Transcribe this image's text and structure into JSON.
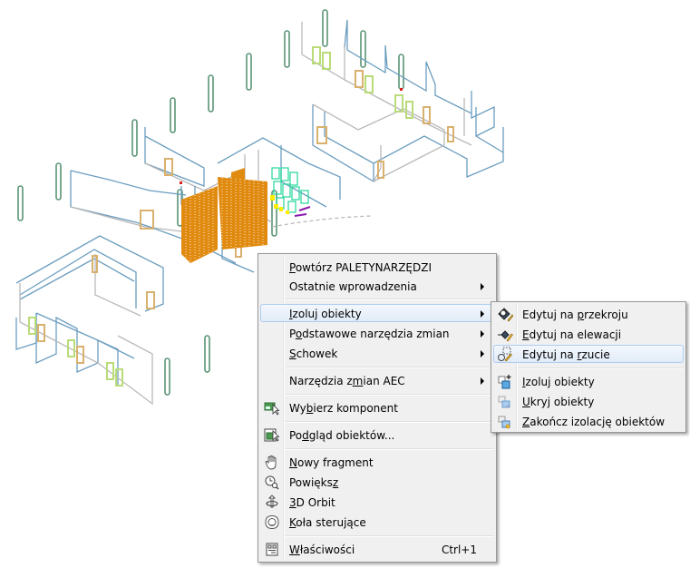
{
  "context_menu": {
    "items": [
      {
        "label_pre": "",
        "accel": "P",
        "label_post": "owtórz PALETYNARZĘDZI",
        "icon": "",
        "submenu": false
      },
      {
        "label_pre": "Ostatnie wprowadzenia",
        "accel": "",
        "label_post": "",
        "icon": "",
        "submenu": true
      },
      {
        "label_pre": "",
        "accel": "I",
        "label_post": "zoluj obiekty",
        "icon": "",
        "submenu": true,
        "highlighted": true
      },
      {
        "label_pre": "P",
        "accel": "o",
        "label_post": "dstawowe narzędzia zmian",
        "icon": "",
        "submenu": true
      },
      {
        "label_pre": "",
        "accel": "S",
        "label_post": "chowek",
        "icon": "",
        "submenu": true
      },
      {
        "label_pre": "Narzędzia z",
        "accel": "m",
        "label_post": "ian AEC",
        "icon": "",
        "submenu": true
      },
      {
        "label_pre": "Wy",
        "accel": "b",
        "label_post": "ierz komponent",
        "icon": "select-component-icon",
        "submenu": false
      },
      {
        "label_pre": "Po",
        "accel": "d",
        "label_post": "gląd obiektów...",
        "icon": "object-viewer-icon",
        "submenu": false
      },
      {
        "label_pre": "",
        "accel": "N",
        "label_post": "owy fragment",
        "icon": "pan-hand-icon",
        "submenu": false
      },
      {
        "label_pre": "Powięks",
        "accel": "z",
        "label_post": "",
        "icon": "zoom-realtime-icon",
        "submenu": false
      },
      {
        "label_pre": "",
        "accel": "3",
        "label_post": "D Orbit",
        "icon": "orbit-icon",
        "submenu": false
      },
      {
        "label_pre": "",
        "accel": "K",
        "label_post": "oła sterujące",
        "icon": "steering-wheel-icon",
        "submenu": false
      },
      {
        "label_pre": "",
        "accel": "W",
        "label_post": "łaściwości",
        "icon": "properties-icon",
        "submenu": false,
        "shortcut": "Ctrl+1"
      }
    ]
  },
  "submenu": {
    "items": [
      {
        "label_pre": "Edytuj na ",
        "accel": "p",
        "label_post": "rzekroju",
        "icon": "edit-in-section-icon"
      },
      {
        "label_pre": "",
        "accel": "E",
        "label_post": "dytuj na elewacji",
        "icon": "edit-in-elevation-icon"
      },
      {
        "label_pre": "Edytuj na ",
        "accel": "r",
        "label_post": "zucie",
        "icon": "edit-in-plan-icon",
        "highlighted": true
      },
      {
        "label_pre": "",
        "accel": "I",
        "label_post": "zoluj obiekty",
        "icon": "isolate-objects-icon"
      },
      {
        "label_pre": "",
        "accel": "U",
        "label_post": "kryj obiekty",
        "icon": "hide-objects-icon"
      },
      {
        "label_pre": "",
        "accel": "Z",
        "label_post": "akończ izolację obiektów",
        "icon": "end-isolation-icon"
      }
    ]
  },
  "colors": {
    "menu_bg": "#f0f0f0",
    "highlight_border": "#aeccf1",
    "wall_blue": "#6b9dbf",
    "wall_gray": "#b9b9b9",
    "column_green": "#5a9475",
    "door_tan": "#d9b16e",
    "window_green": "#b9dc78",
    "hatch_orange": "#e08a10",
    "hatch_cyan": "#22d69a"
  }
}
